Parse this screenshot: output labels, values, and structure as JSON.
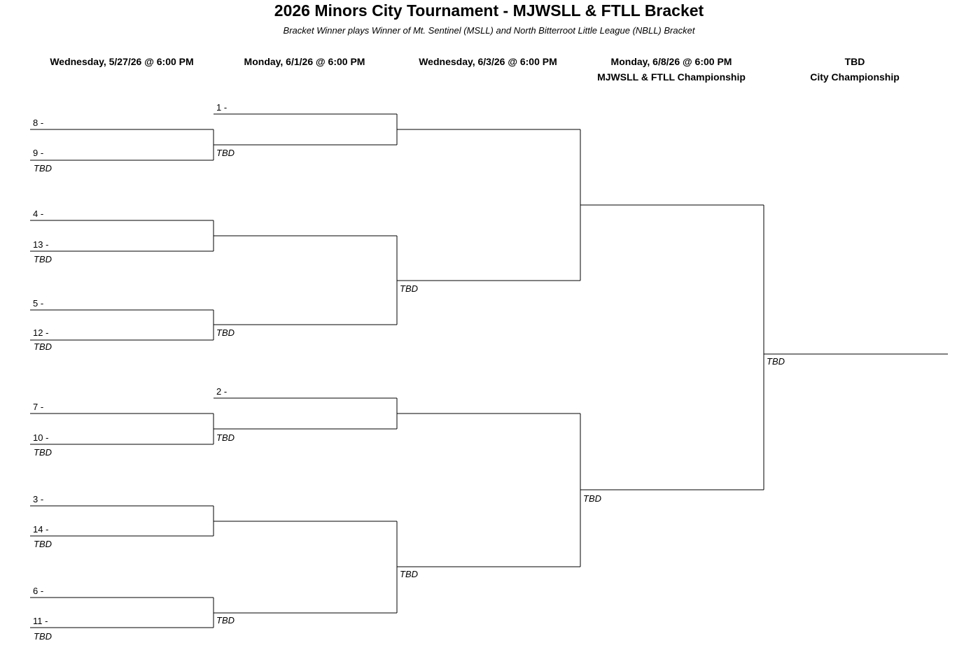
{
  "title": "2026 Minors City Tournament - MJWSLL & FTLL Bracket",
  "subtitle": "Bracket Winner plays Winner of Mt. Sentinel (MSLL) and North Bitterroot Little League (NBLL) Bracket",
  "columns": [
    {
      "date": "Wednesday, 5/27/26 @ 6:00 PM",
      "name": ""
    },
    {
      "date": "Monday, 6/1/26 @ 6:00 PM",
      "name": ""
    },
    {
      "date": "Wednesday, 6/3/26 @ 6:00 PM",
      "name": ""
    },
    {
      "date": "Monday, 6/8/26 @ 6:00 PM",
      "name": "MJWSLL & FTLL Championship"
    },
    {
      "date": "TBD",
      "name": "City Championship"
    }
  ],
  "round1_seeds": [
    "8 -",
    "9 -",
    "4 -",
    "13 -",
    "5 -",
    "12 -",
    "7 -",
    "10 -",
    "3 -",
    "14 -",
    "6 -",
    "11 -"
  ],
  "round2_byes": [
    "1 -",
    "2 -"
  ],
  "tbd": "TBD"
}
